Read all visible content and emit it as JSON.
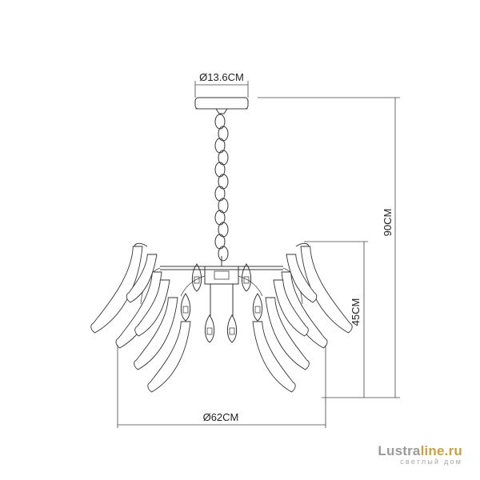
{
  "dimensions": {
    "canopy_diameter": "Ø13.6CM",
    "total_height": "90CM",
    "body_height": "45CM",
    "body_diameter": "Ø62CM"
  },
  "logo": {
    "name_part1": "Lustra",
    "name_part2": "line.ru",
    "tagline": "светлый дом",
    "accent_color": "#c7a24a",
    "text_color": "#9a9a9a"
  }
}
